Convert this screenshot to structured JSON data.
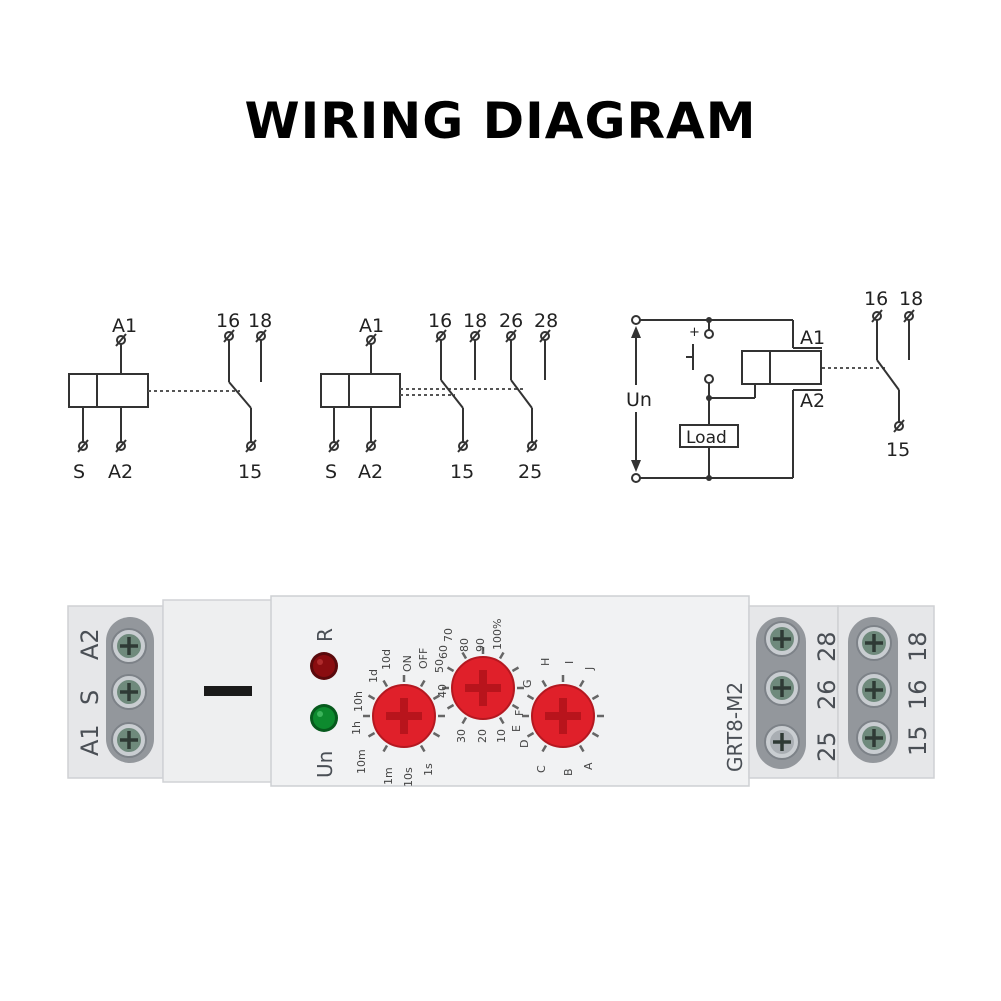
{
  "title": "WIRING DIAGRAM",
  "diagram1": {
    "a1": "A1",
    "t16": "16",
    "t18": "18",
    "s": "S",
    "a2": "A2",
    "t15": "15"
  },
  "diagram2": {
    "a1": "A1",
    "t16": "16",
    "t18": "18",
    "t26": "26",
    "t28": "28",
    "s": "S",
    "a2": "A2",
    "t15": "15",
    "t25": "25"
  },
  "diagram3": {
    "un": "Un",
    "plus": "+",
    "load": "Load",
    "a1": "A1",
    "a2": "A2",
    "t16": "16",
    "t18": "18",
    "t15": "15"
  },
  "device": {
    "left_terminals": [
      "A2",
      "S",
      "A1"
    ],
    "led_r": "R",
    "led_un": "Un",
    "model": "GRT8-M2",
    "right_inner_terminals": [
      "28",
      "26",
      "25"
    ],
    "right_outer_terminals": [
      "18",
      "16",
      "15"
    ],
    "dial1_labels": [
      "10m",
      "1h",
      "10h",
      "1d",
      "10d",
      "ON",
      "OFF",
      "1m",
      "10s",
      "1s"
    ],
    "dial2_labels": [
      "40",
      "50",
      "60",
      "70",
      "80",
      "90",
      "100%",
      "30",
      "20",
      "10"
    ],
    "dial3_labels": [
      "D",
      "E",
      "F",
      "G",
      "H",
      "I",
      "J",
      "C",
      "B",
      "A"
    ],
    "colors": {
      "body": "#ecedee",
      "dial": "#e0202a",
      "led_red": "#8a0d10",
      "led_green": "#0d8a2e"
    }
  }
}
